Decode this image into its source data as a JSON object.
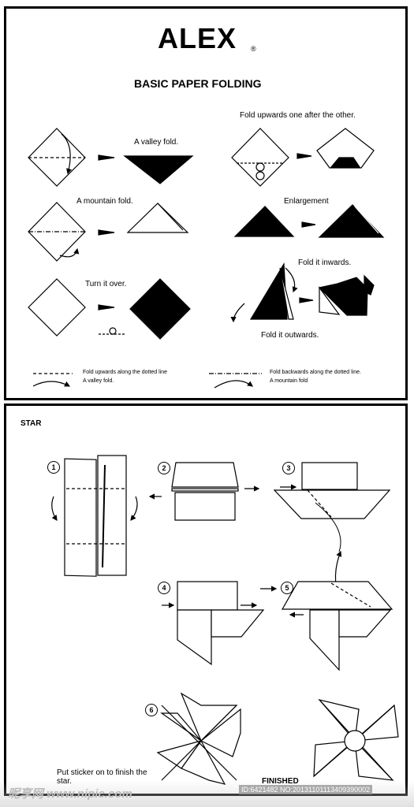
{
  "logo": {
    "text": "ALEX",
    "reg": "®"
  },
  "section1": {
    "title": "BASIC PAPER FOLDING",
    "labels": {
      "valley": "A valley fold.",
      "mountain": "A mountain fold.",
      "turn": "Turn it over.",
      "fold_upwards": "Fold upwards one after the other.",
      "enlargement": "Enlargement",
      "inwards": "Fold it inwards.",
      "outwards": "Fold it outwards."
    },
    "legend": {
      "valley_line": "Fold upwards along the dotted line",
      "valley_name": "A valley fold.",
      "mountain_line": "Fold backwards along the dotted line.",
      "mountain_name": "A mountain fold"
    }
  },
  "section2": {
    "title": "STAR",
    "steps": [
      "1",
      "2",
      "3",
      "4",
      "5",
      "6"
    ],
    "sticker_text": "Put sticker on to finish the star.",
    "finished": "FINISHED"
  },
  "watermark": {
    "left": "昵享网 www.nipic.com",
    "right": "ID:6421482 NO:20131101113409390002"
  }
}
